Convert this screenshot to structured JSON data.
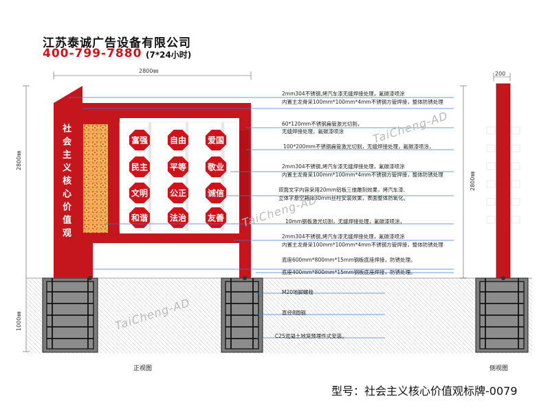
{
  "header": {
    "company": "江苏泰诚广告设备有限公司",
    "hotline": "400-799-7880",
    "hours": "(7*24小时)"
  },
  "dimensions": {
    "front_width": "2800㎜",
    "front_height": "2800㎜",
    "foundation_depth": "1000㎜",
    "side_width": "200",
    "side_height": "2800㎜"
  },
  "sign": {
    "vertical_title": "社会主义核心价值观",
    "values": [
      "富强",
      "自由",
      "爱国",
      "民主",
      "平等",
      "敬业",
      "文明",
      "公正",
      "诚信",
      "和谐",
      "法治",
      "友善"
    ]
  },
  "annotations": [
    "2mm304不锈钢,烤汽车漆无缝焊接处理，氟碳漆喷涂",
    "内置主龙骨采100mm*100mm*4mm不锈钢方管焊接，整体防锈处理",
    "60*120mm不锈钢扁管激光切割，",
    "无缝焊接处理，氟碳漆喷涂",
    "100*200mm不锈钢扁管激光切割，无缝焊接处理，氟碳漆喷涂，",
    "2mm304不锈钢,烤汽车漆无缝焊接处理，氟碳漆喷涂",
    "内置主龙骨采100mm*100mm*4mm不锈钢方管焊接，整体防锈处理",
    "双面文字内容采用20mm铝板三维雕刻效果，烤汽车漆,",
    "立体字悬空箱体30mm丝柱安装效果，表面整体防氧化。",
    "10mm钢板激光切割，无缝焊接处理，氟碳漆喷涂，",
    "2mm304不锈钢,烤汽车漆无缝焊接处理，氟碳漆喷涂",
    "内置主龙骨采100mm*100mm*4mm不锈钢方管焊接，整体防锈处理",
    "底座600mm*800mm*15mm钢板底座焊接，防锈处理。",
    "底座400mm*800mm*15mm钢板底座焊接，防锈处理。",
    "M20地脚螺栓",
    "直径8圆钢",
    "C25混凝土地笼预埋件式安装。"
  ],
  "captions": {
    "front": "正视图",
    "side": "侧视图"
  },
  "watermark": "TaiCheng-AD",
  "model": "型号：社会主义核心价值观标牌-0079",
  "colors": {
    "sign_red": "#c4161c",
    "dark_red": "#9e1014",
    "value_circle": "#d0121b",
    "line_blue": "#3a7bd5",
    "ground_gray": "#a9a9a9"
  }
}
